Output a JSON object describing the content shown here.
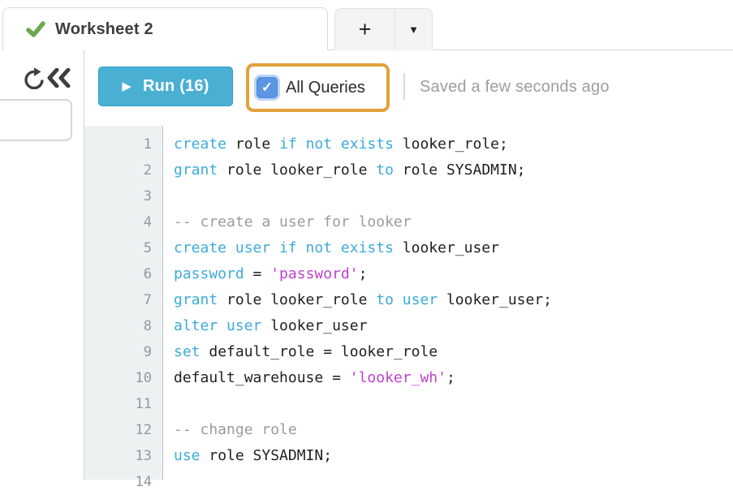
{
  "tab_bar": {
    "active_tab": {
      "label": "Worksheet 2",
      "status_icon": "check-icon"
    },
    "new_worksheet_button": {
      "icon": "plus-icon"
    },
    "worksheet_menu_button": {
      "icon": "caret-down-icon"
    }
  },
  "toolbar": {
    "refresh_button": {
      "icon": "refresh-icon"
    },
    "collapse_button": {
      "icon": "double-chevron-left-icon"
    },
    "run_button": {
      "label": "Run (16)",
      "icon": "play-icon"
    },
    "all_queries": {
      "label": "All Queries",
      "checked": true,
      "highlighted": true
    },
    "saved_status": "Saved a few seconds ago"
  },
  "icons": {
    "plus": "+",
    "caret_down": "▼",
    "play": "▶",
    "check_small": "✓"
  },
  "colors": {
    "keyword": "#3cabda",
    "identifier": "#1f1f1f",
    "comment": "#9b9b9b",
    "string": "#bd3fd0",
    "run_button": "#49b0d3",
    "highlight_border": "#e1a13c",
    "checkbox_blue": "#5b95e4",
    "status_green": "#6ba84e",
    "saved_text": "#9b9ea1"
  },
  "editor": {
    "lines": [
      {
        "num": "1",
        "tokens": [
          [
            "kw",
            "create"
          ],
          [
            "id",
            " role "
          ],
          [
            "kw",
            "if not exists"
          ],
          [
            "id",
            " looker_role;"
          ]
        ]
      },
      {
        "num": "2",
        "tokens": [
          [
            "kw",
            "grant"
          ],
          [
            "id",
            " role looker_role "
          ],
          [
            "kw",
            "to"
          ],
          [
            "id",
            " role SYSADMIN;"
          ]
        ]
      },
      {
        "num": "3",
        "tokens": []
      },
      {
        "num": "4",
        "tokens": [
          [
            "cm",
            "-- create a user for looker"
          ]
        ]
      },
      {
        "num": "5",
        "tokens": [
          [
            "kw",
            "create user if not exists"
          ],
          [
            "id",
            " looker_user"
          ]
        ]
      },
      {
        "num": "6",
        "tokens": [
          [
            "kw",
            "password"
          ],
          [
            "id",
            " = "
          ],
          [
            "st",
            "'password'"
          ],
          [
            "id",
            ";"
          ]
        ]
      },
      {
        "num": "7",
        "tokens": [
          [
            "kw",
            "grant"
          ],
          [
            "id",
            " role looker_role "
          ],
          [
            "kw",
            "to user"
          ],
          [
            "id",
            " looker_user;"
          ]
        ]
      },
      {
        "num": "8",
        "tokens": [
          [
            "kw",
            "alter user"
          ],
          [
            "id",
            " looker_user"
          ]
        ]
      },
      {
        "num": "9",
        "tokens": [
          [
            "kw",
            "set"
          ],
          [
            "id",
            " default_role = looker_role"
          ]
        ]
      },
      {
        "num": "10",
        "tokens": [
          [
            "id",
            "default_warehouse = "
          ],
          [
            "st",
            "'looker_wh'"
          ],
          [
            "id",
            ";"
          ]
        ]
      },
      {
        "num": "11",
        "tokens": []
      },
      {
        "num": "12",
        "tokens": [
          [
            "cm",
            "-- change role"
          ]
        ]
      },
      {
        "num": "13",
        "tokens": [
          [
            "kw",
            "use"
          ],
          [
            "id",
            " role SYSADMIN;"
          ]
        ]
      },
      {
        "num": "14",
        "tokens": []
      }
    ]
  }
}
